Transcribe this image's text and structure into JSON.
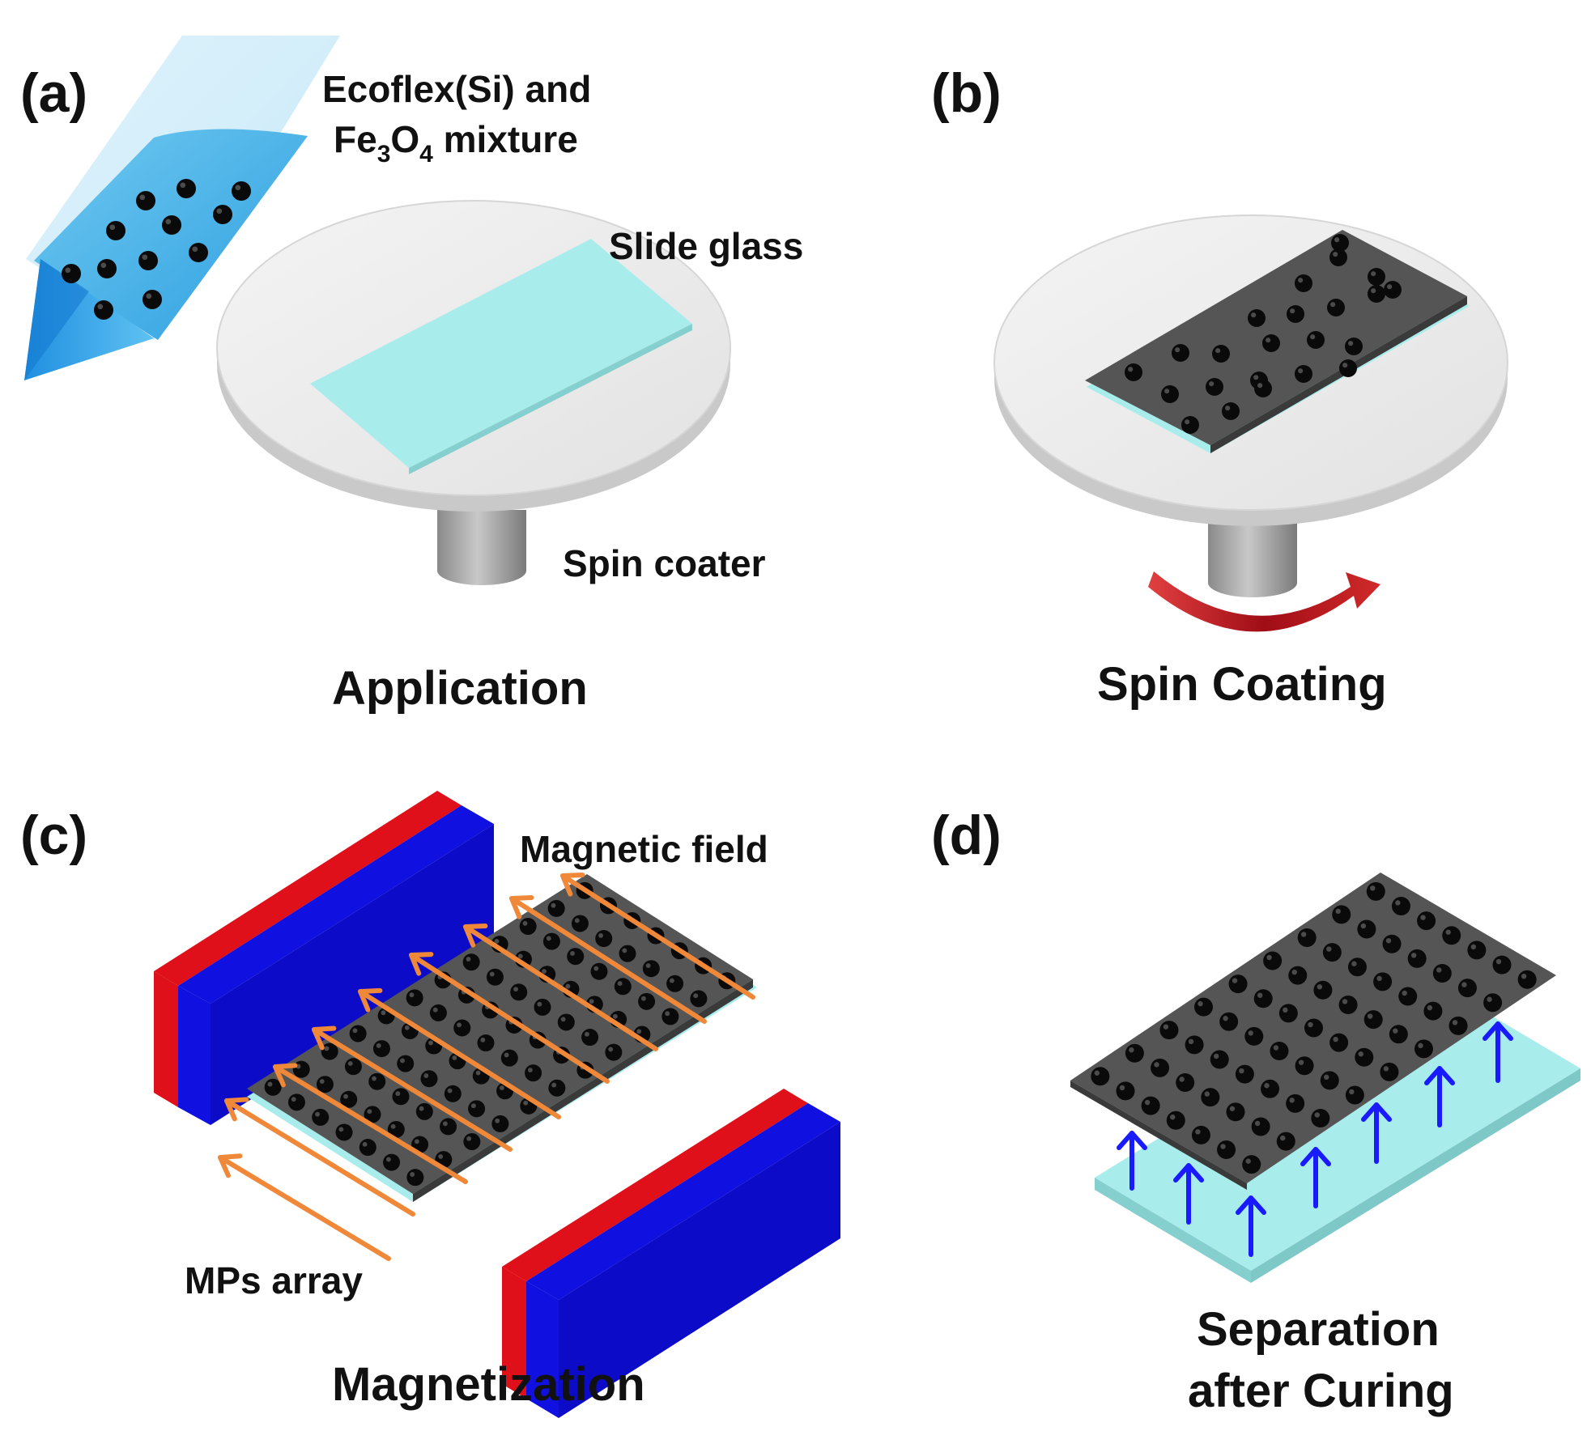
{
  "panels": {
    "a": {
      "letter": "(a)",
      "mixture_line1": "Ecoflex(Si) and",
      "mixture_line2_prefix": "Fe",
      "mixture_sub1": "3",
      "mixture_mid": "O",
      "mixture_sub2": "4",
      "mixture_suffix": " mixture",
      "slide_label": "Slide glass",
      "coater_label": "Spin coater",
      "caption": "Application"
    },
    "b": {
      "letter": "(b)",
      "caption": "Spin Coating"
    },
    "c": {
      "letter": "(c)",
      "field_label": "Magnetic field",
      "array_label": "MPs array",
      "caption": "Magnetization"
    },
    "d": {
      "letter": "(d)",
      "caption_line1": "Separation",
      "caption_line2": "after Curing"
    }
  },
  "colors": {
    "magnet_red": "#e0101a",
    "magnet_blue": "#1010e0",
    "arrow_orange": "#f0883a",
    "arrow_blue": "#1a1aff",
    "spin_arrow": "#b5121b",
    "film": "#555555",
    "glass": "#a8ecec",
    "particle": "#0a0a0a"
  }
}
